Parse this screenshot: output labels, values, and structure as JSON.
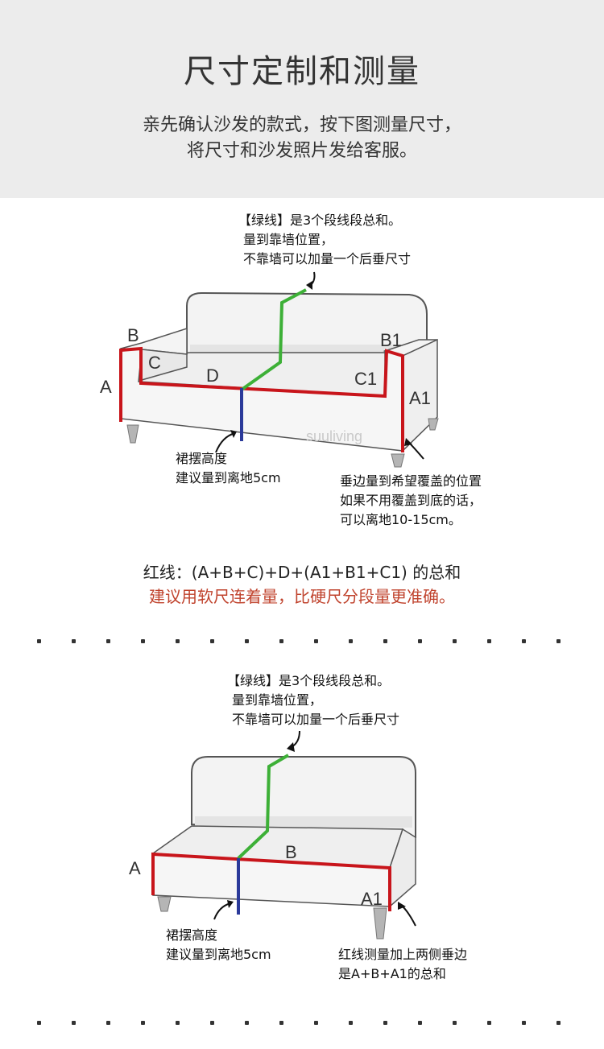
{
  "header": {
    "title": "尺寸定制和测量",
    "subtitle_line1": "亲先确认沙发的款式，按下图测量尺寸，",
    "subtitle_line2": "将尺寸和沙发照片发给客服。"
  },
  "diagram1": {
    "green_note": [
      "【绿线】是3个段线段总和。",
      "量到靠墙位置，",
      "不靠墙可以加量一个后垂尺寸"
    ],
    "skirt_note": [
      "裙摆高度",
      "建议量到离地5cm"
    ],
    "drop_note": [
      "垂边量到希望覆盖的位置",
      "如果不用覆盖到底的话，",
      "可以离地10-15cm。"
    ],
    "labels": {
      "A": "A",
      "B": "B",
      "C": "C",
      "D": "D",
      "A1": "A1",
      "B1": "B1",
      "C1": "C1"
    },
    "watermark": "suuliving"
  },
  "formula": {
    "line1": "红线：(A+B+C)+D+(A1+B1+C1) 的总和",
    "line2": "建议用软尺连着量，比硬尺分段量更准确。"
  },
  "diagram2": {
    "green_note": [
      "【绿线】是3个段线段总和。",
      "量到靠墙位置，",
      "不靠墙可以加量一个后垂尺寸"
    ],
    "skirt_note": [
      "裙摆高度",
      "建议量到离地5cm"
    ],
    "red_note": [
      "红线测量加上两侧垂边",
      "是A+B+A1的总和"
    ],
    "labels": {
      "A": "A",
      "B": "B",
      "A1": "A1"
    }
  },
  "colors": {
    "red_line": "#c8151b",
    "green_line": "#3db037",
    "blue_line": "#2b3a9a",
    "formula_accent": "#c0432d"
  }
}
